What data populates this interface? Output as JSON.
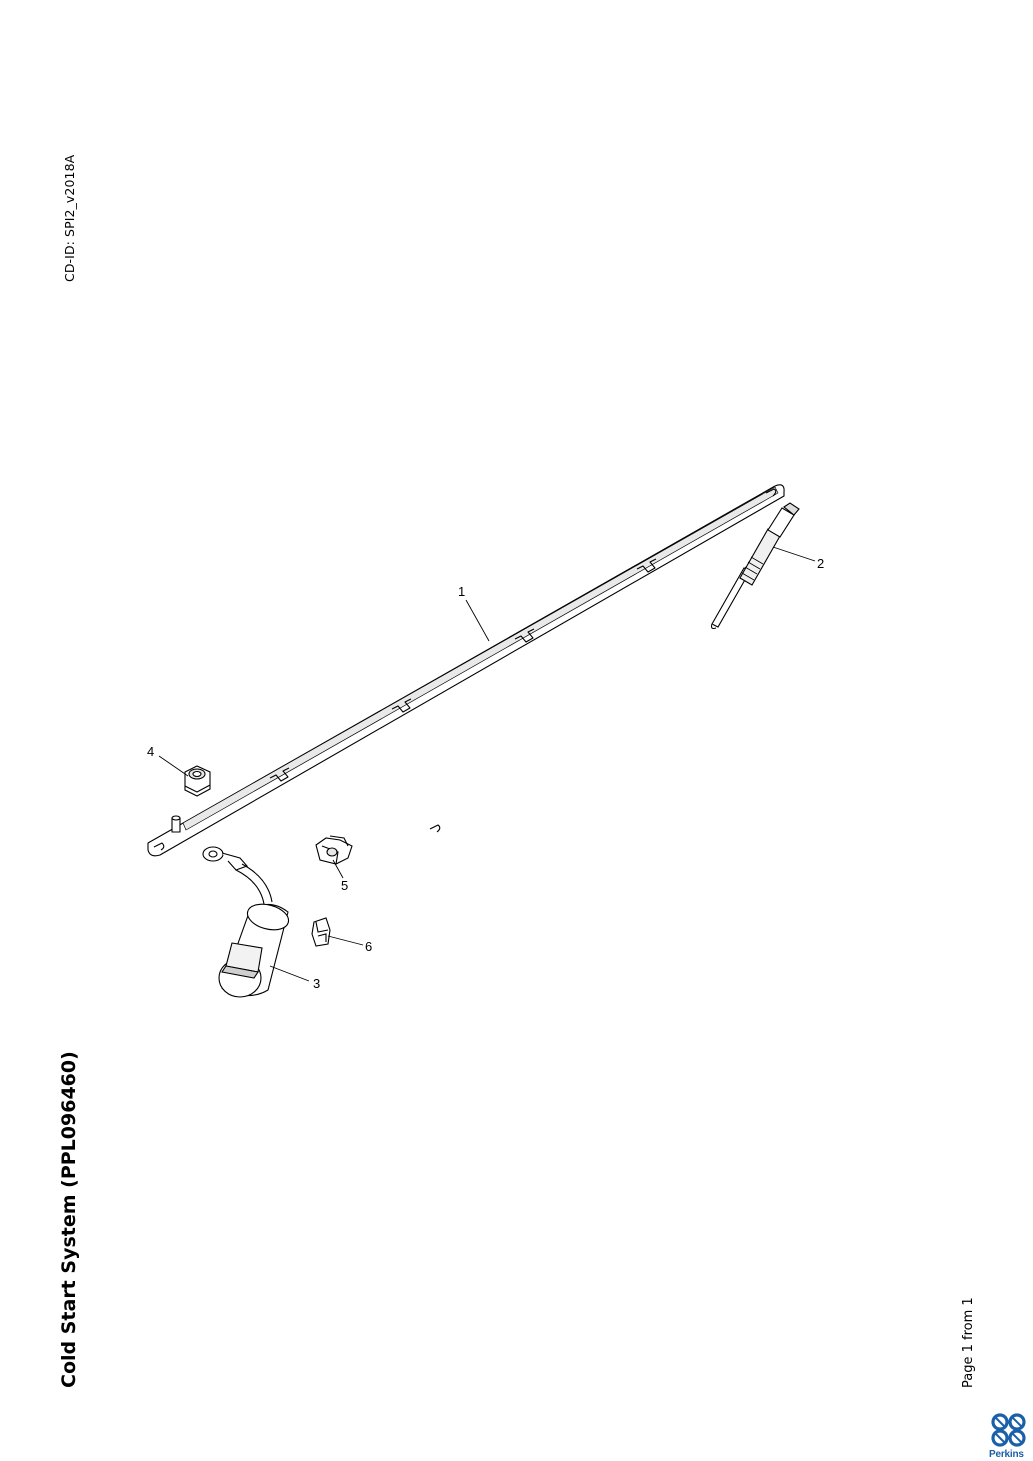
{
  "header": {
    "cd_id": "CD-ID: SPI2_v2018A"
  },
  "document": {
    "title": "Cold Start System (PPL096460)",
    "page_number": "Page 1 from 1"
  },
  "diagram": {
    "callouts": [
      {
        "number": "1",
        "part": "busbar"
      },
      {
        "number": "2",
        "part": "glow-plug"
      },
      {
        "number": "3",
        "part": "connector-boot"
      },
      {
        "number": "4",
        "part": "nut"
      },
      {
        "number": "5",
        "part": "clip"
      },
      {
        "number": "6",
        "part": "clip"
      }
    ]
  },
  "brand": {
    "name": "Perkins",
    "color": "#1a5fa8"
  }
}
